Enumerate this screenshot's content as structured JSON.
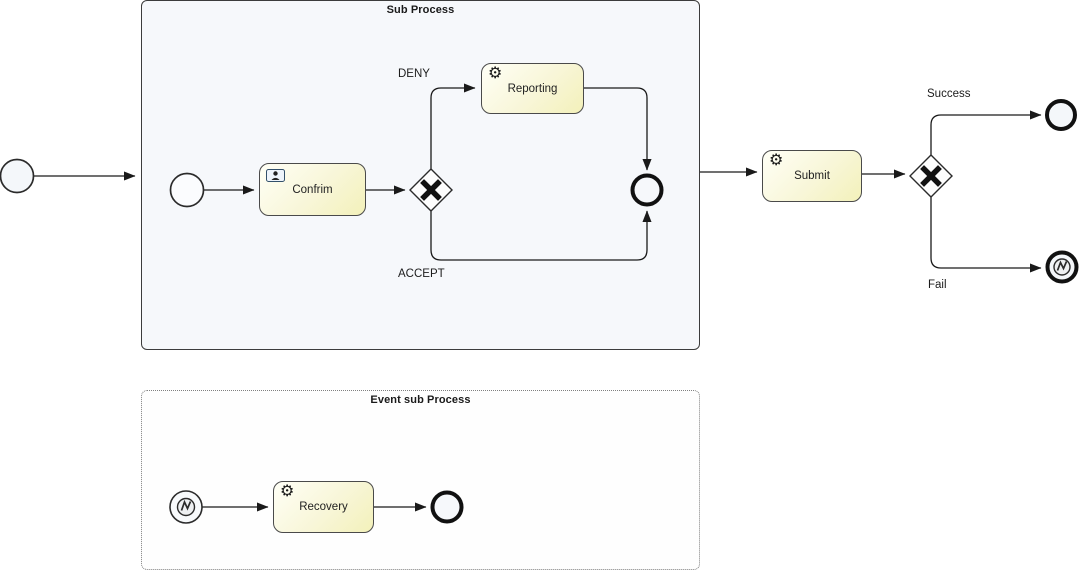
{
  "diagram": {
    "sub_process": {
      "title": "Sub Process"
    },
    "event_sub_process": {
      "title": "Event sub Process"
    },
    "tasks": [
      {
        "id": "confirm",
        "label": "Confrim",
        "type": "user-task"
      },
      {
        "id": "reporting",
        "label": "Reporting",
        "type": "service-task"
      },
      {
        "id": "submit",
        "label": "Submit",
        "type": "service-task"
      },
      {
        "id": "recovery",
        "label": "Recovery",
        "type": "service-task"
      }
    ],
    "edge_labels": {
      "deny": "DENY",
      "accept": "ACCEPT",
      "success": "Success",
      "fail": "Fail"
    },
    "glyphs": {
      "gear": "⚙"
    },
    "colors": {
      "container_fill": "#f6f8fb",
      "task_fill_top": "#fffff6",
      "task_fill_bottom": "#f3f1ba",
      "stroke": "#2b2b2b",
      "connector": "#1a1a1a"
    }
  }
}
